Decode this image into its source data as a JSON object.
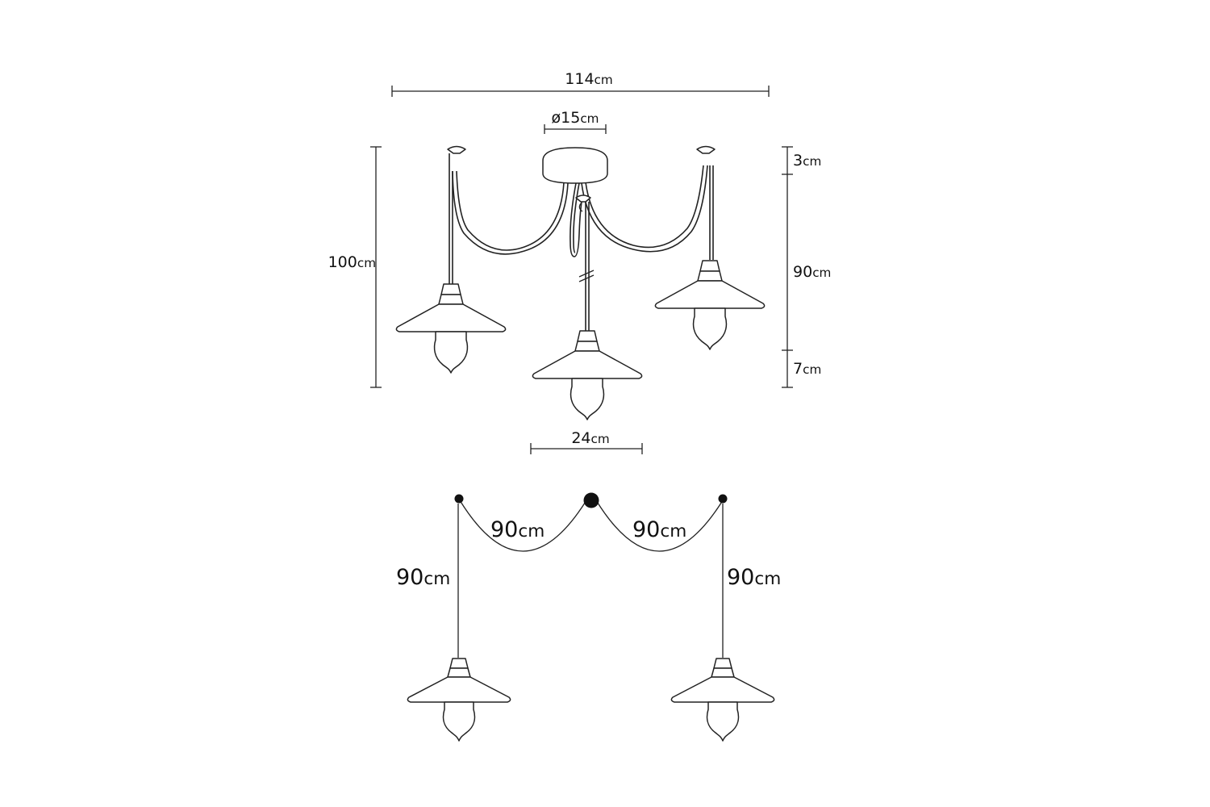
{
  "top_view": {
    "width": {
      "value": "114",
      "unit": "cm"
    },
    "canopy_diameter": {
      "value": "ø15",
      "unit": "cm"
    },
    "total_height": {
      "value": "100",
      "unit": "cm"
    },
    "canopy_height": {
      "value": "3",
      "unit": "cm"
    },
    "cable_length": {
      "value": "90",
      "unit": "cm"
    },
    "shade_height": {
      "value": "7",
      "unit": "cm"
    },
    "shade_width": {
      "value": "24",
      "unit": "cm"
    }
  },
  "bottom_view": {
    "arc_left": {
      "value": "90",
      "unit": "cm"
    },
    "arc_right": {
      "value": "90",
      "unit": "cm"
    },
    "drop_left": {
      "value": "90",
      "unit": "cm"
    },
    "drop_right": {
      "value": "90",
      "unit": "cm"
    }
  }
}
